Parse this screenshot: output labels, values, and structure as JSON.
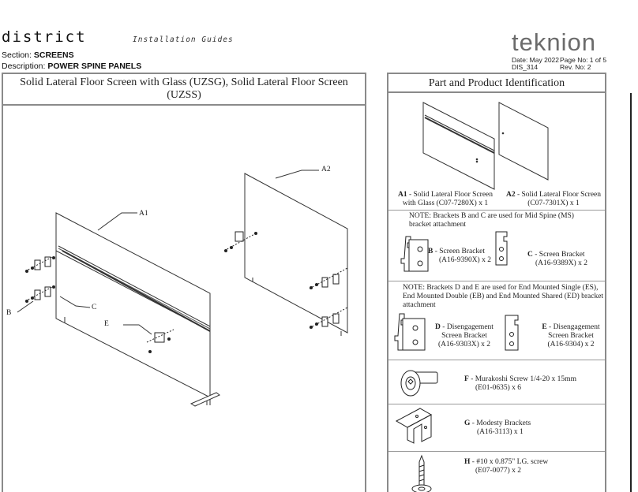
{
  "header": {
    "brand": "district",
    "guide_type": "Installation Guides",
    "section_label": "Section:",
    "section_value": "SCREENS",
    "description_label": "Description:",
    "description_value": "POWER SPINE PANELS",
    "logo_text": "teknion",
    "date": "Date: May 2022",
    "page": "Page No: 1 of 5",
    "doc_id": "DIS_314",
    "rev": "Rev. No: 2"
  },
  "main_panel": {
    "title": "Solid Lateral Floor Screen with Glass (UZSG), Solid Lateral Floor Screen (UZSS)",
    "callouts": {
      "a1": "A1",
      "a2": "A2",
      "b": "B",
      "c": "C",
      "e": "E"
    }
  },
  "side_panel": {
    "title": "Part and Product Identification",
    "a1": {
      "code": "A1",
      "desc": "- Solid Lateral Floor Screen",
      "line2": "with Glass (C07-7280X) x 1"
    },
    "a2": {
      "code": "A2",
      "desc": "- Solid Lateral Floor Screen",
      "line2": "(C07-7301X) x 1"
    },
    "note_bc": "NOTE: Brackets B and C are used for Mid Spine (MS) bracket attachment",
    "b": {
      "code": "B",
      "desc": "- Screen Bracket",
      "line2": "(A16-9390X) x 2"
    },
    "c": {
      "code": "C",
      "desc": "- Screen Bracket",
      "line2": "(A16-9389X) x 2"
    },
    "note_de": "NOTE: Brackets D and E are used for End Mounted Single (ES), End Mounted Double (EB) and End Mounted Shared (ED) bracket attachment",
    "d": {
      "code": "D",
      "desc": "- Disengagement",
      "line2": "Screen Bracket",
      "line3": "(A16-9303X) x 2"
    },
    "e": {
      "code": "E",
      "desc": "- Disengagement",
      "line2": "Screen Bracket",
      "line3": "(A16-9304) x 2"
    },
    "f": {
      "code": "F",
      "desc": "- Murakoshi Screw 1/4-20 x 15mm",
      "line2": "(E01-0635) x 6"
    },
    "g": {
      "code": "G",
      "desc": "- Modesty Brackets",
      "line2": "(A16-3113) x 1"
    },
    "h": {
      "code": "H",
      "desc": "- #10 x 0.875\" LG. screw",
      "line2": "(E07-0077) x 2"
    }
  }
}
